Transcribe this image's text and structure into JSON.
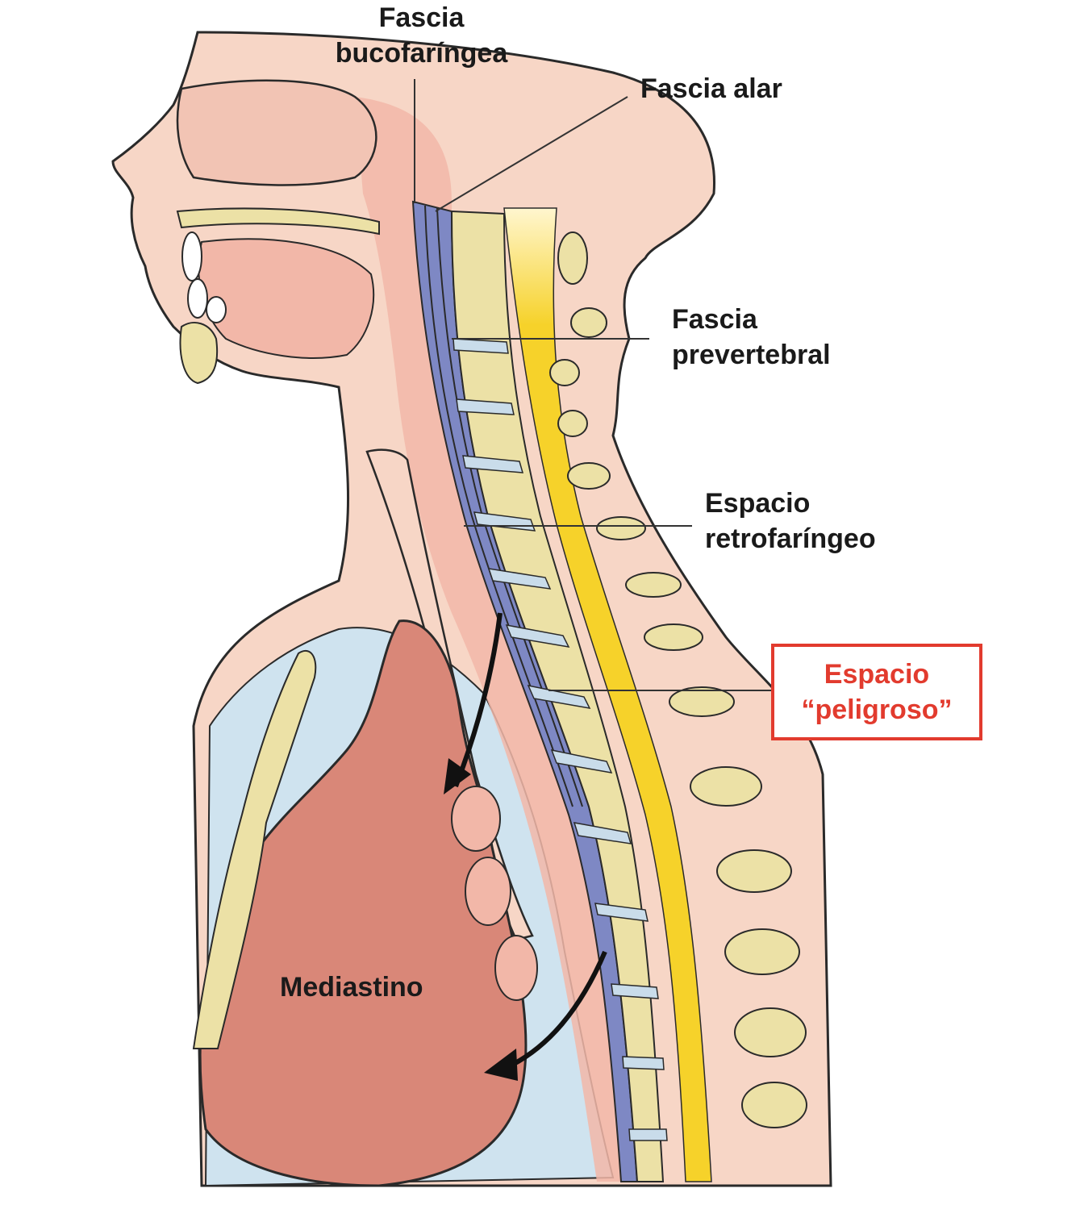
{
  "labels": {
    "fascia_bucofaringea": [
      "Fascia",
      "bucofaríngea"
    ],
    "fascia_alar": "Fascia alar",
    "fascia_prevertebral": [
      "Fascia",
      "prevertebral"
    ],
    "espacio_retrofaringeo": [
      "Espacio",
      "retrofaríngeo"
    ],
    "espacio_peligroso": [
      "Espacio",
      "“peligroso”"
    ],
    "mediastino": "Mediastino"
  },
  "colors": {
    "skin": "#f7d6c6",
    "soft_tissue": "#f2b7a8",
    "bone": "#ece1a6",
    "disc": "#c9dcea",
    "spinal_cord": "#f6d22a",
    "fascia": "#7e88c4",
    "mediastinum": "#d98778",
    "lung": "#cfe3ef",
    "highlight": "#e23b2e",
    "outline": "#2a2a2a"
  }
}
